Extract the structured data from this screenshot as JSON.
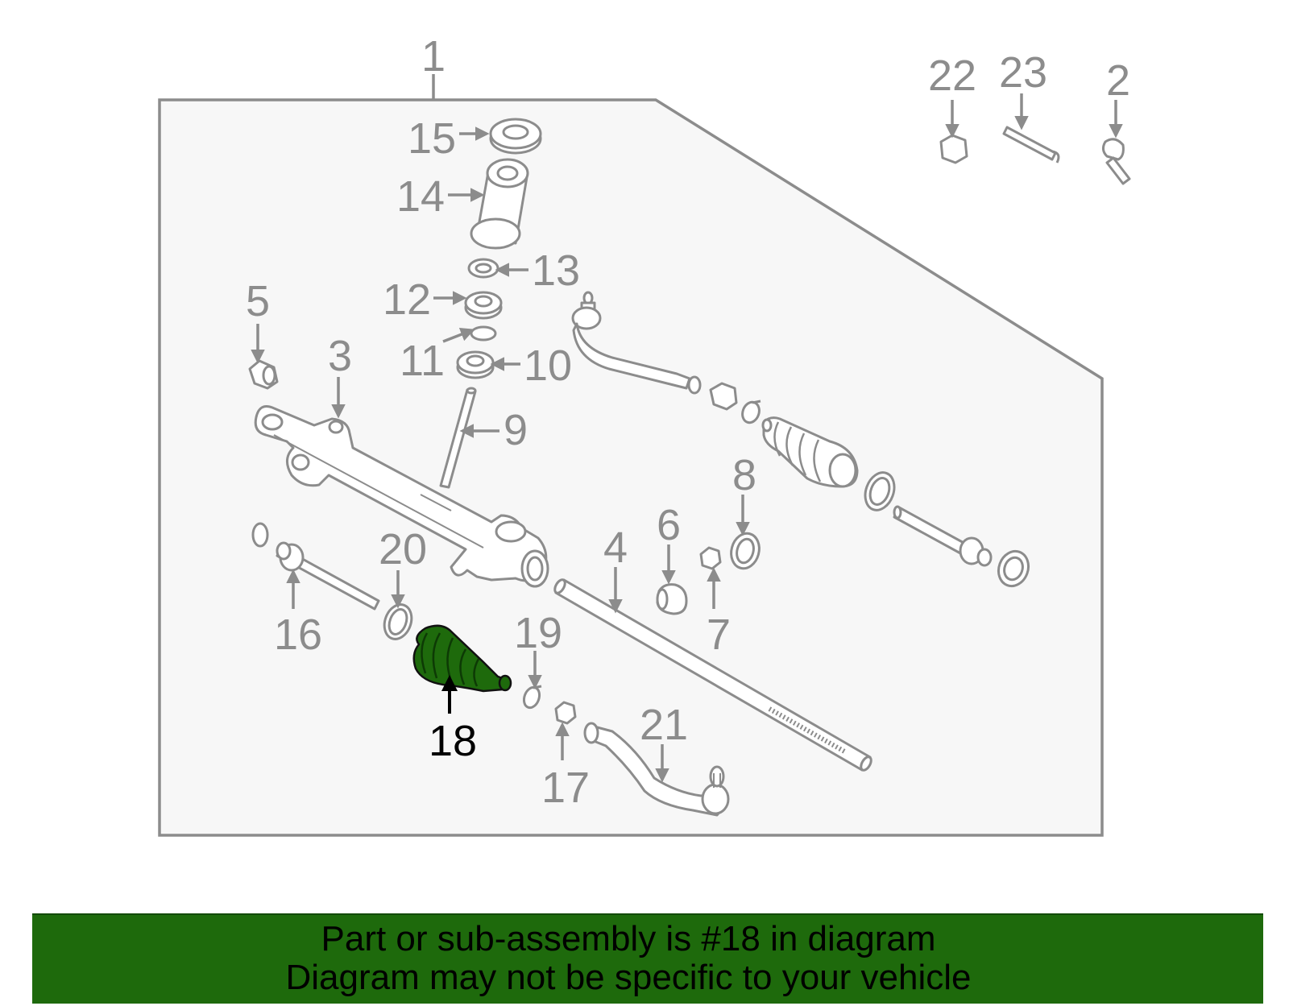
{
  "diagram": {
    "highlighted_part": "18",
    "callouts": {
      "c1": "1",
      "c2": "2",
      "c3": "3",
      "c4": "4",
      "c5": "5",
      "c6": "6",
      "c7": "7",
      "c8": "8",
      "c9": "9",
      "c10": "10",
      "c11": "11",
      "c12": "12",
      "c13": "13",
      "c14": "14",
      "c15": "15",
      "c16": "16",
      "c17": "17",
      "c18": "18",
      "c19": "19",
      "c20": "20",
      "c21": "21",
      "c22": "22",
      "c23": "23"
    },
    "colors": {
      "highlight": "#1e6a0c",
      "outline": "#8c8c8c",
      "panel": "#f7f7f7"
    }
  },
  "banner": {
    "line1": "Part or sub-assembly is #18 in diagram",
    "line2": "Diagram may not be specific to your vehicle"
  }
}
